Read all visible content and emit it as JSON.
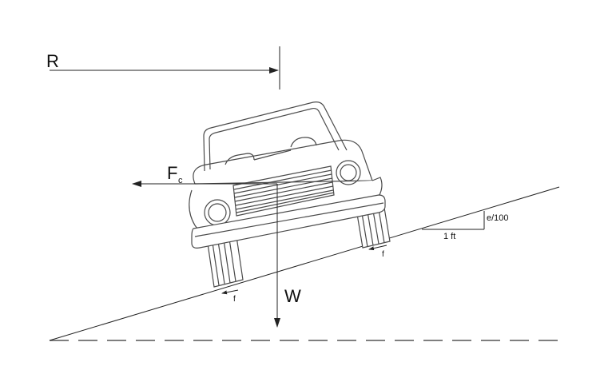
{
  "labels": {
    "radius": "R",
    "centrifugal_force_main": "F",
    "centrifugal_force_sub": "c",
    "weight": "W",
    "superelevation_rise": "e/100",
    "run": "1 ft",
    "friction_left": "f",
    "friction_right": "f"
  },
  "colors": {
    "line": "#222222",
    "body": "#4a4a4a",
    "dash": "#555555"
  }
}
